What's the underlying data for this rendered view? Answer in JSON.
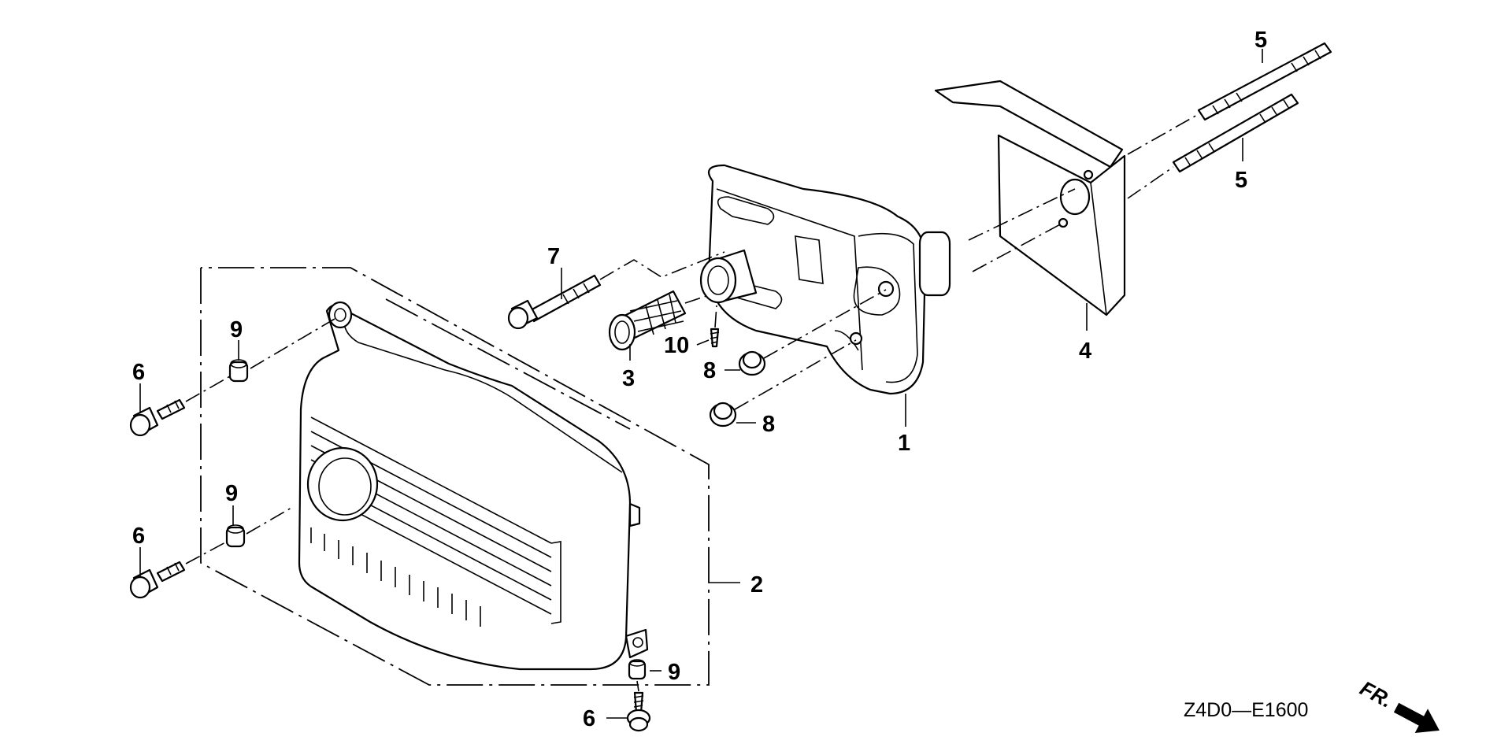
{
  "diagram": {
    "callouts": {
      "c1": "1",
      "c2": "2",
      "c3": "3",
      "c4": "4",
      "c5a": "5",
      "c5b": "5",
      "c6a": "6",
      "c6b": "6",
      "c6c": "6",
      "c7": "7",
      "c8a": "8",
      "c8b": "8",
      "c9a": "9",
      "c9b": "9",
      "c9c": "9",
      "c10": "10"
    },
    "diagram_code": "Z4D0—E1600",
    "direction_label": "FR.",
    "icons": {
      "direction_arrow": "front-direction-arrow-icon"
    }
  }
}
